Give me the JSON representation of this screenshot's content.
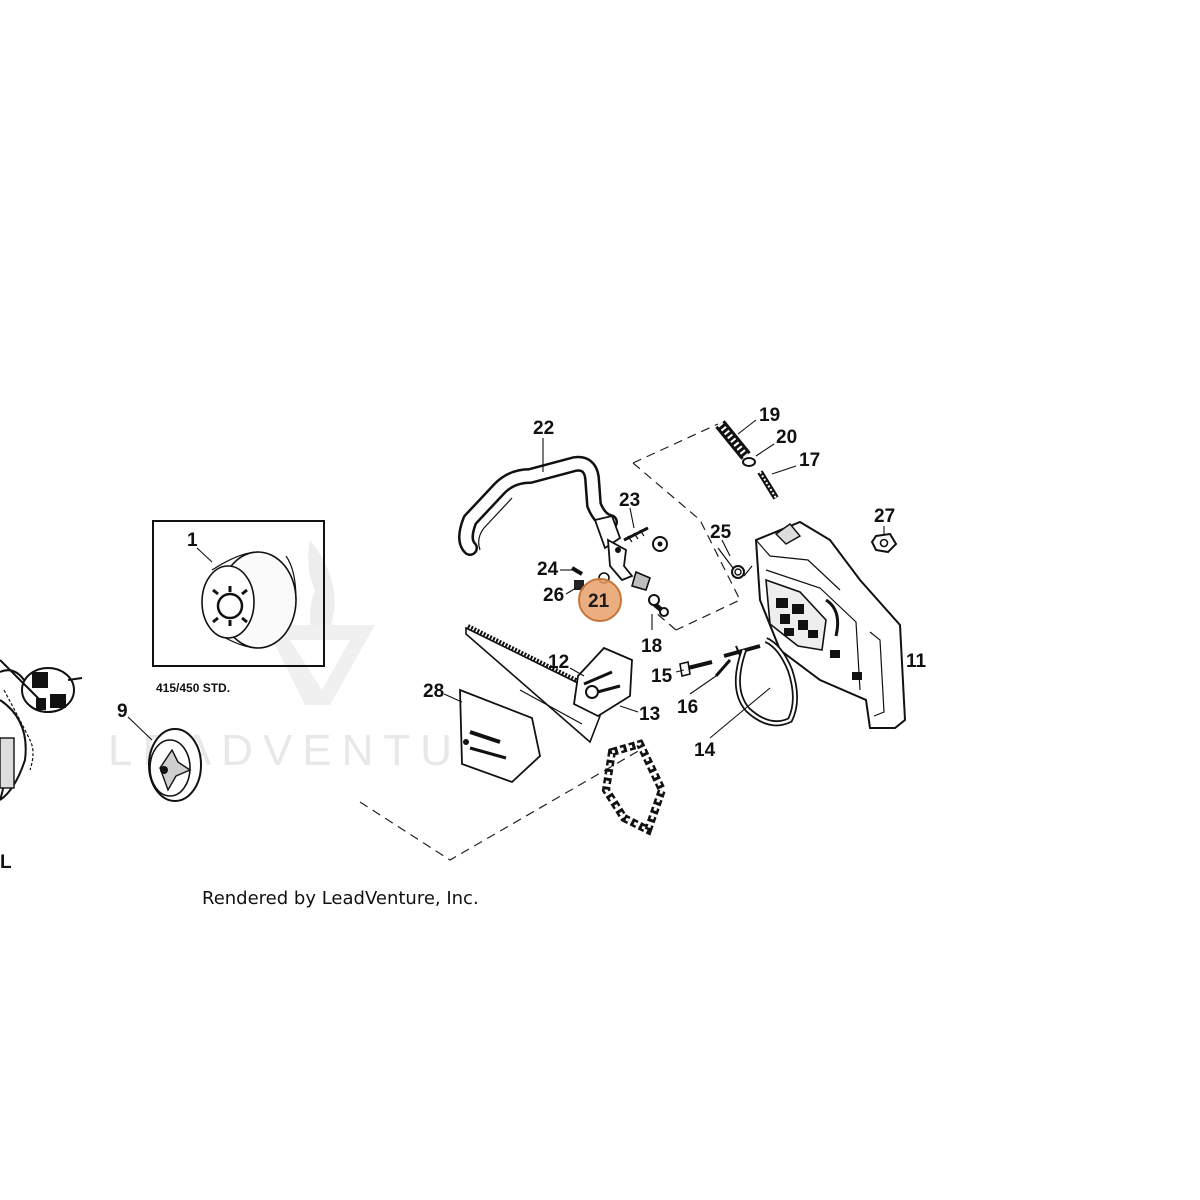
{
  "diagram": {
    "credit": "Rendered by LeadVenture, Inc.",
    "watermark_text": "LEADVENTURE",
    "inset_label": "415/450 STD.",
    "edge_fragment": "L",
    "selected_callout": "21",
    "highlight_color": "#e8a06a",
    "highlight_border": "#c8743a",
    "callouts": [
      "1",
      "9",
      "11",
      "12",
      "13",
      "14",
      "15",
      "16",
      "17",
      "18",
      "19",
      "20",
      "22",
      "23",
      "24",
      "25",
      "26",
      "27",
      "28"
    ]
  }
}
